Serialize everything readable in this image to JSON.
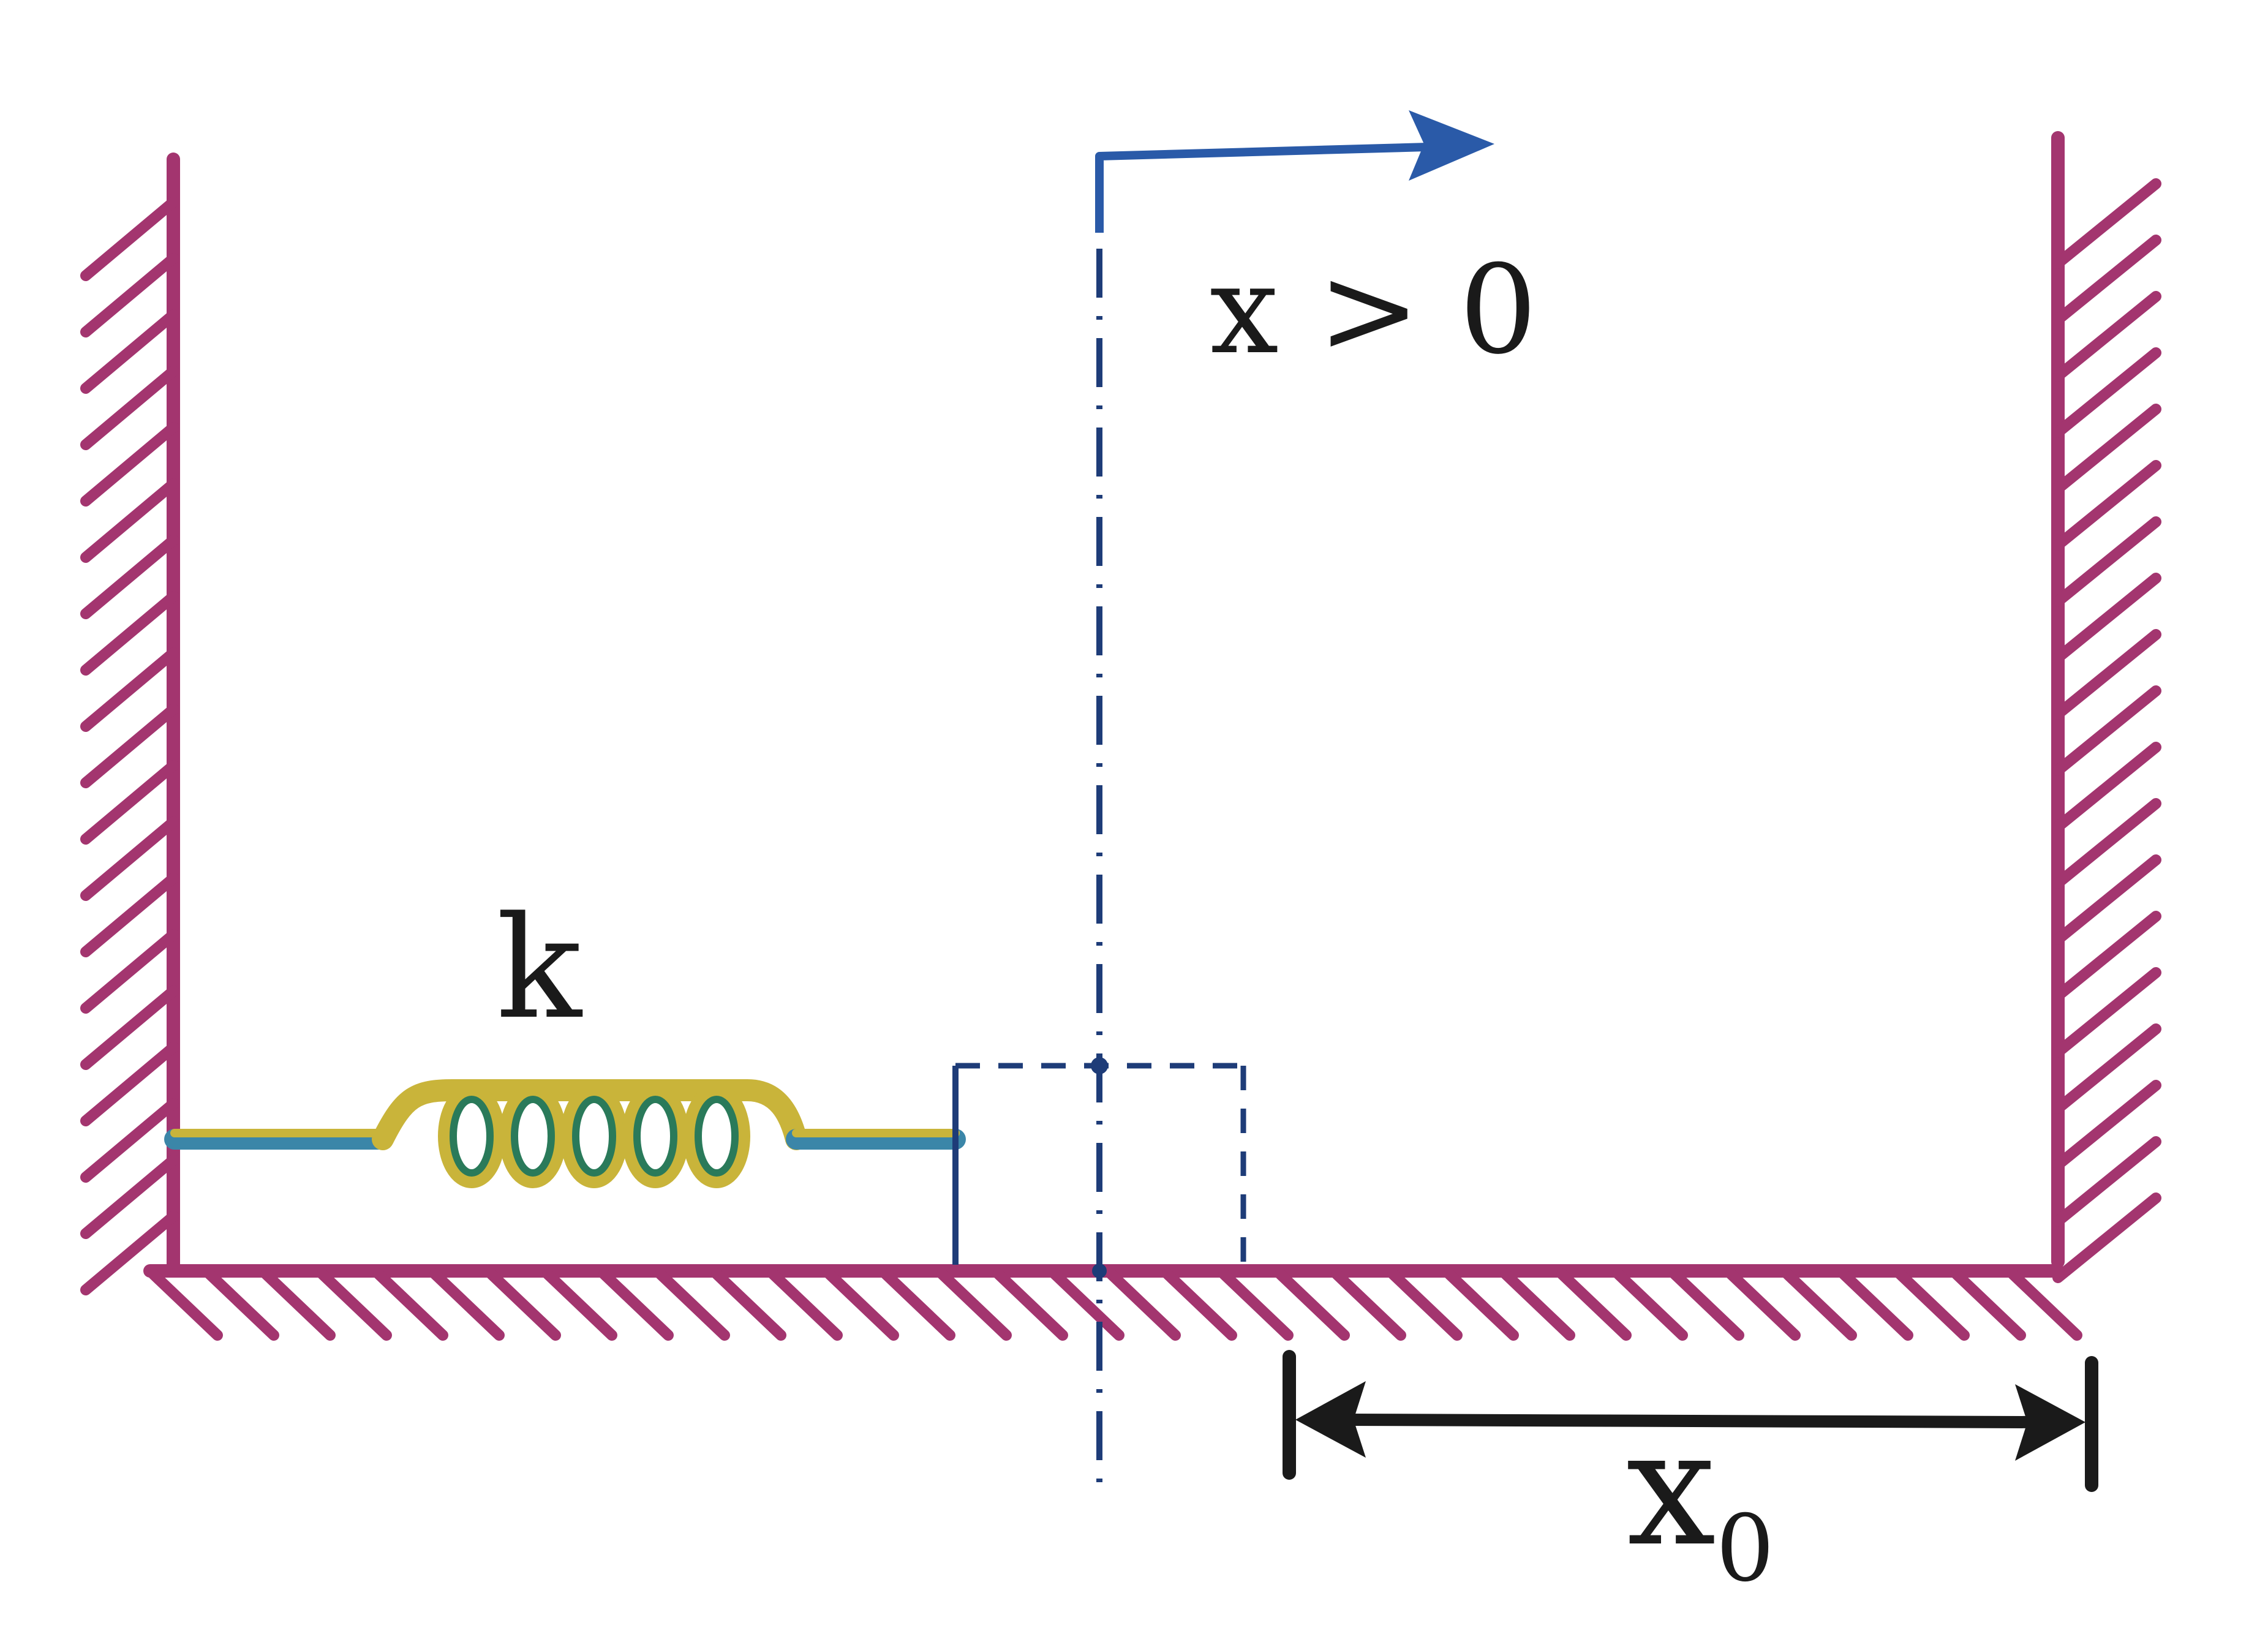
{
  "labels": {
    "spring_constant": "k",
    "positive_direction": "x > 0",
    "distance_symbol": "x",
    "distance_subscript": "0"
  },
  "colors": {
    "wall": "#a3356f",
    "spring_outer": "#c9b43a",
    "spring_inner": "#2a7a5a",
    "spring_wire": "#3b86a8",
    "axis": "#1e3c78",
    "arrow": "#2a5aa8",
    "text": "#1a1a1a"
  }
}
